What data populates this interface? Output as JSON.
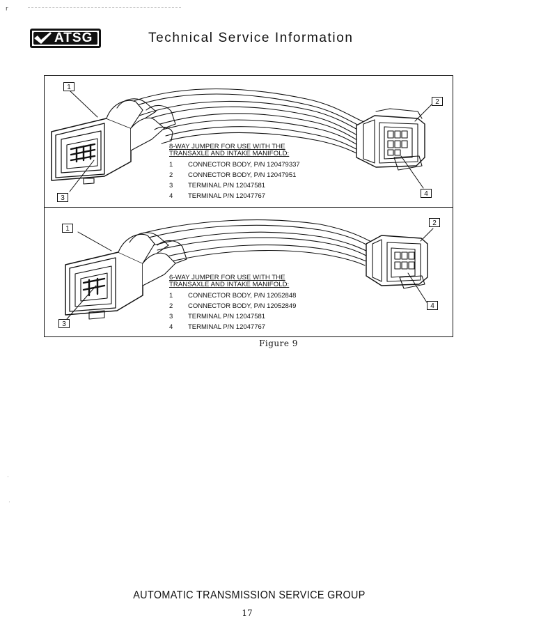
{
  "header": {
    "logo_text": "ATSG",
    "title": "Technical Service Information"
  },
  "panels": [
    {
      "heading_line1": "8-WAY JUMPER FOR USE WITH THE",
      "heading_line2": "TRANSAXLE AND INTAKE MANIFOLD:",
      "callouts": [
        "1",
        "2",
        "3",
        "4"
      ],
      "items": [
        {
          "num": "1",
          "text": "CONNECTOR BODY, P/N 120479337"
        },
        {
          "num": "2",
          "text": "CONNECTOR BODY, P/N 12047951"
        },
        {
          "num": "3",
          "text": "TERMINAL P/N 12047581"
        },
        {
          "num": "4",
          "text": "TERMINAL P/N 12047767"
        }
      ]
    },
    {
      "heading_line1": "6-WAY JUMPER FOR USE WITH THE",
      "heading_line2": "TRANSAXLE AND INTAKE MANIFOLD:",
      "callouts": [
        "1",
        "2",
        "3",
        "4"
      ],
      "items": [
        {
          "num": "1",
          "text": "CONNECTOR BODY, P/N 12052848"
        },
        {
          "num": "2",
          "text": "CONNECTOR BODY, P/N 12052849"
        },
        {
          "num": "3",
          "text": "TERMINAL P/N 12047581"
        },
        {
          "num": "4",
          "text": "TERMINAL P/N 12047767"
        }
      ]
    }
  ],
  "figure_caption": "Figure 9",
  "footer": "AUTOMATIC TRANSMISSION SERVICE GROUP",
  "page_number": "17"
}
